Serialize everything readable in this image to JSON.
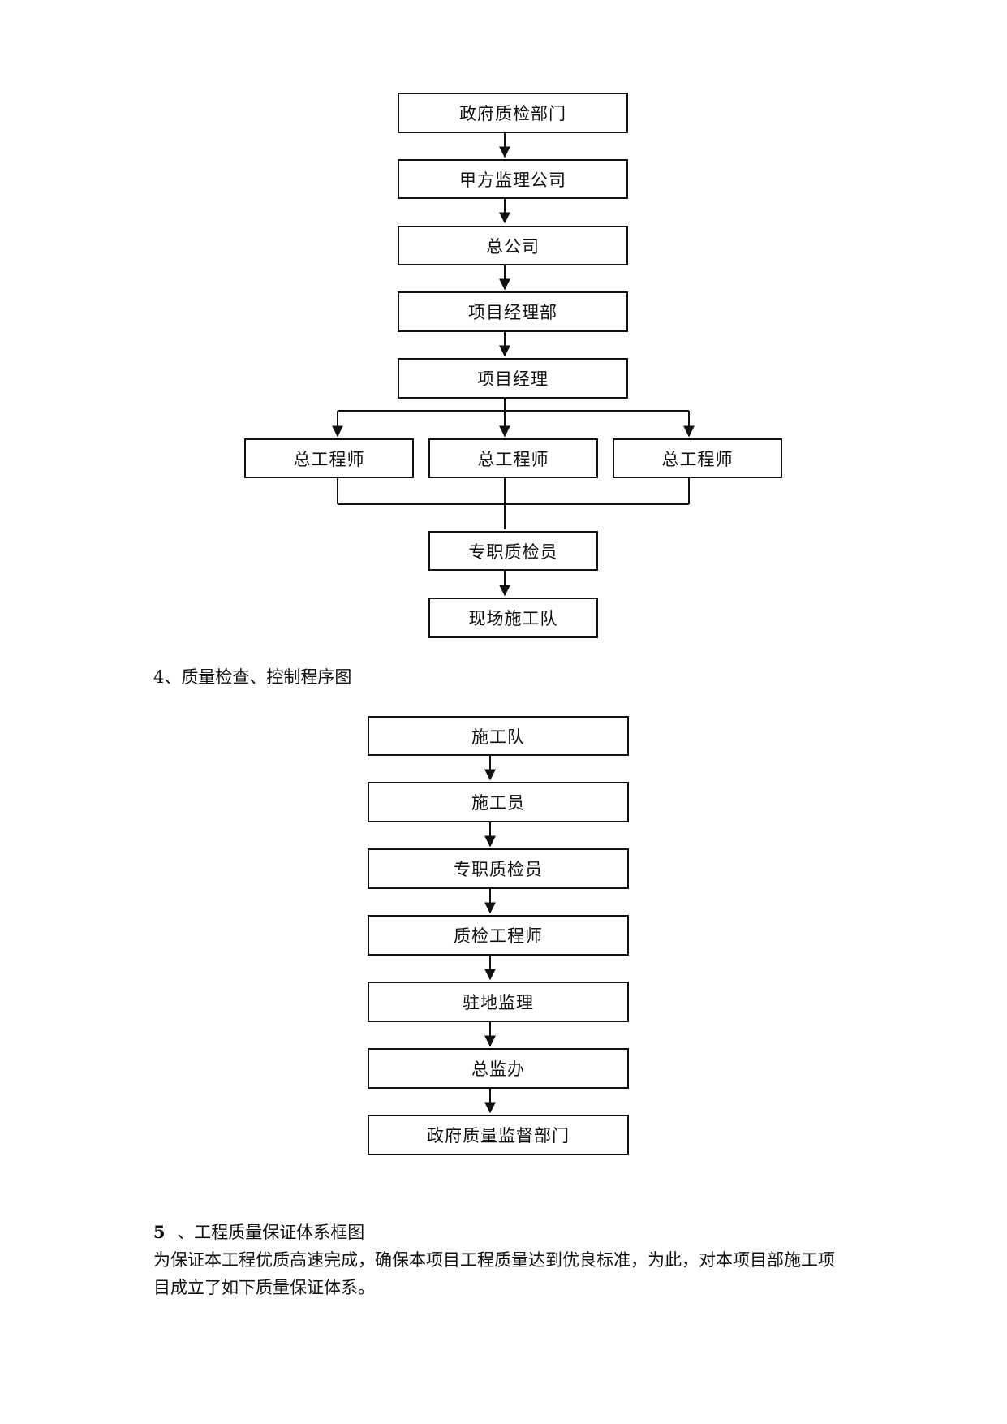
{
  "chart1": {
    "nodes": [
      "政府质检部门",
      "甲方监理公司",
      "总公司",
      "项目经理部",
      "项目经理",
      "总工程师",
      "总工程师",
      "总工程师",
      "专职质检员",
      "现场施工队"
    ]
  },
  "section4": {
    "title": "4、质量检查、控制程序图"
  },
  "chart2": {
    "nodes": [
      "施工队",
      "施工员",
      "专职质检员",
      "质检工程师",
      "驻地监理",
      "总监办",
      "政府质量监督部门"
    ]
  },
  "section5": {
    "number": "5",
    "title": "、工程质量保证体系框图",
    "paragraph_line1": "为保证本工程优质高速完成，确保本项目工程质量达到优良标准，为此，对本项目部施工项",
    "paragraph_line2": "目成立了如下质量保证体系。"
  }
}
